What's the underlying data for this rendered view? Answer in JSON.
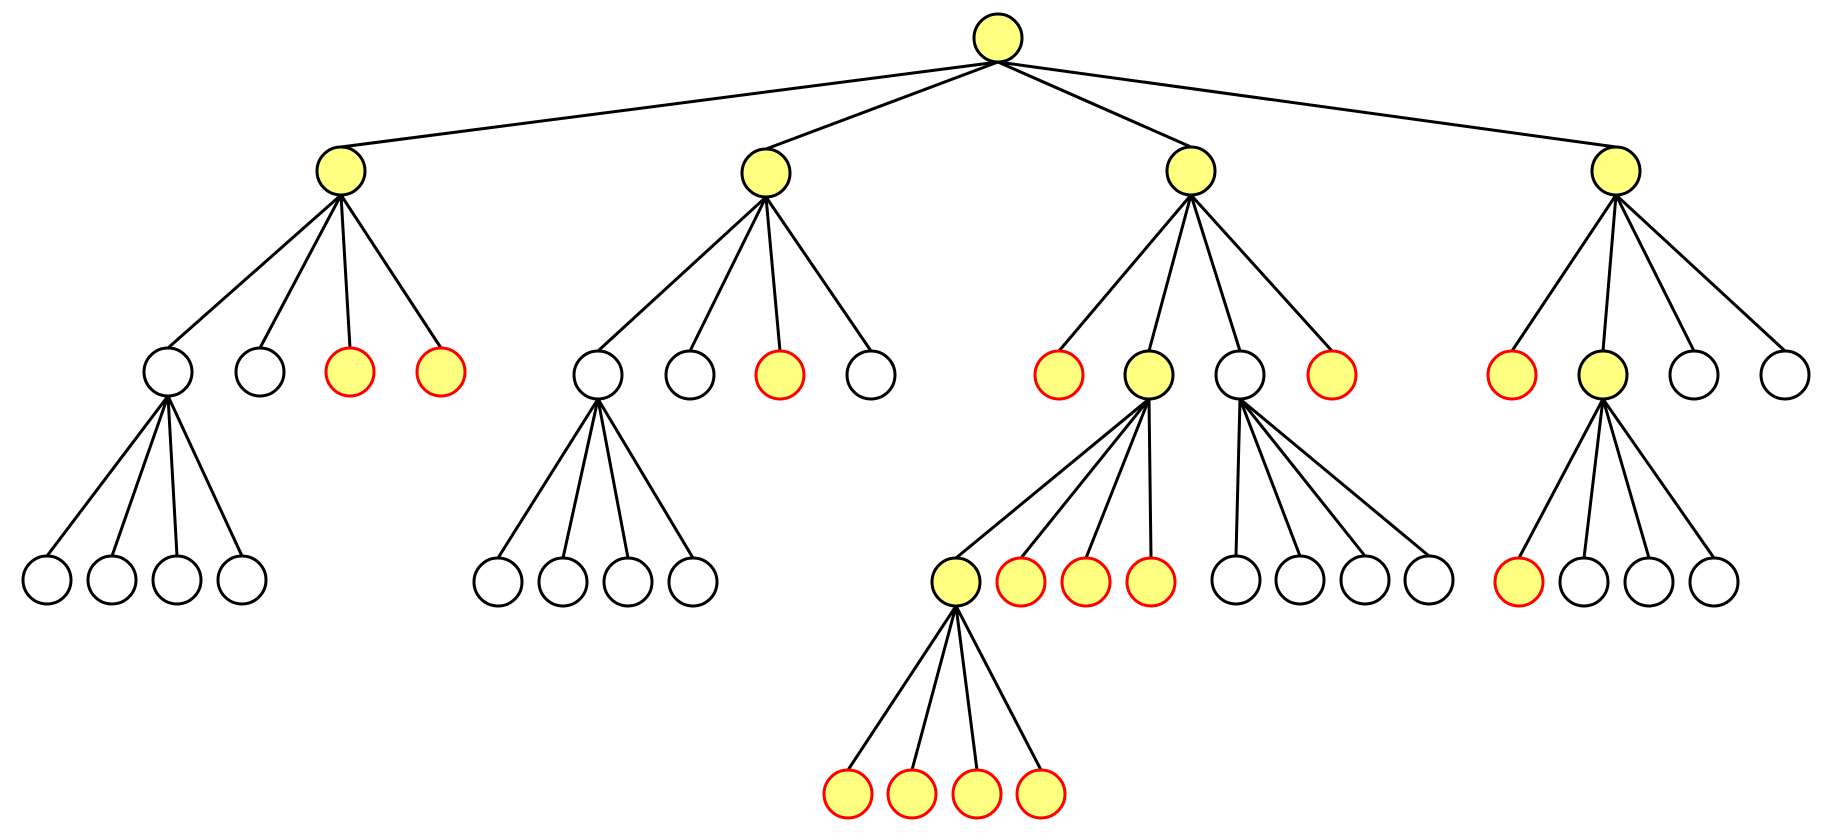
{
  "colors": {
    "edge": "#000000",
    "node_stroke_default": "#000000",
    "node_stroke_highlight": "#ff0000",
    "fill_yellow": "#ffff80",
    "fill_white": "#ffffff"
  },
  "node_styles": {
    "internal_yellow": {
      "fill": "#ffff80",
      "stroke": "#000000"
    },
    "white": {
      "fill": "#ffffff",
      "stroke": "#000000"
    },
    "highlight_yellow": {
      "fill": "#ffff80",
      "stroke": "#ff0000"
    }
  },
  "tree": {
    "root": "n0",
    "nodes": [
      {
        "id": "n0",
        "parent": null,
        "style": "internal_yellow"
      },
      {
        "id": "a",
        "parent": "n0",
        "style": "internal_yellow"
      },
      {
        "id": "b",
        "parent": "n0",
        "style": "internal_yellow"
      },
      {
        "id": "c",
        "parent": "n0",
        "style": "internal_yellow"
      },
      {
        "id": "d",
        "parent": "n0",
        "style": "internal_yellow"
      },
      {
        "id": "a1",
        "parent": "a",
        "style": "white"
      },
      {
        "id": "a2",
        "parent": "a",
        "style": "white"
      },
      {
        "id": "a3",
        "parent": "a",
        "style": "highlight_yellow"
      },
      {
        "id": "a4",
        "parent": "a",
        "style": "highlight_yellow"
      },
      {
        "id": "b1",
        "parent": "b",
        "style": "white"
      },
      {
        "id": "b2",
        "parent": "b",
        "style": "white"
      },
      {
        "id": "b3",
        "parent": "b",
        "style": "highlight_yellow"
      },
      {
        "id": "b4",
        "parent": "b",
        "style": "white"
      },
      {
        "id": "c1",
        "parent": "c",
        "style": "highlight_yellow"
      },
      {
        "id": "c2",
        "parent": "c",
        "style": "internal_yellow"
      },
      {
        "id": "c3",
        "parent": "c",
        "style": "white"
      },
      {
        "id": "c4",
        "parent": "c",
        "style": "highlight_yellow"
      },
      {
        "id": "d1",
        "parent": "d",
        "style": "highlight_yellow"
      },
      {
        "id": "d2",
        "parent": "d",
        "style": "internal_yellow"
      },
      {
        "id": "d3",
        "parent": "d",
        "style": "white"
      },
      {
        "id": "d4",
        "parent": "d",
        "style": "white"
      },
      {
        "id": "a1a",
        "parent": "a1",
        "style": "white"
      },
      {
        "id": "a1b",
        "parent": "a1",
        "style": "white"
      },
      {
        "id": "a1c",
        "parent": "a1",
        "style": "white"
      },
      {
        "id": "a1d",
        "parent": "a1",
        "style": "white"
      },
      {
        "id": "b1a",
        "parent": "b1",
        "style": "white"
      },
      {
        "id": "b1b",
        "parent": "b1",
        "style": "white"
      },
      {
        "id": "b1c",
        "parent": "b1",
        "style": "white"
      },
      {
        "id": "b1d",
        "parent": "b1",
        "style": "white"
      },
      {
        "id": "c2a",
        "parent": "c2",
        "style": "internal_yellow"
      },
      {
        "id": "c2b",
        "parent": "c2",
        "style": "highlight_yellow"
      },
      {
        "id": "c2c",
        "parent": "c2",
        "style": "highlight_yellow"
      },
      {
        "id": "c2d",
        "parent": "c2",
        "style": "highlight_yellow"
      },
      {
        "id": "c3a",
        "parent": "c3",
        "style": "white"
      },
      {
        "id": "c3b",
        "parent": "c3",
        "style": "white"
      },
      {
        "id": "c3c",
        "parent": "c3",
        "style": "white"
      },
      {
        "id": "c3d",
        "parent": "c3",
        "style": "white"
      },
      {
        "id": "d2a",
        "parent": "d2",
        "style": "highlight_yellow"
      },
      {
        "id": "d2b",
        "parent": "d2",
        "style": "white"
      },
      {
        "id": "d2c",
        "parent": "d2",
        "style": "white"
      },
      {
        "id": "d2d",
        "parent": "d2",
        "style": "white"
      },
      {
        "id": "c2a1",
        "parent": "c2a",
        "style": "highlight_yellow"
      },
      {
        "id": "c2a2",
        "parent": "c2a",
        "style": "highlight_yellow"
      },
      {
        "id": "c2a3",
        "parent": "c2a",
        "style": "highlight_yellow"
      },
      {
        "id": "c2a4",
        "parent": "c2a",
        "style": "highlight_yellow"
      }
    ]
  }
}
